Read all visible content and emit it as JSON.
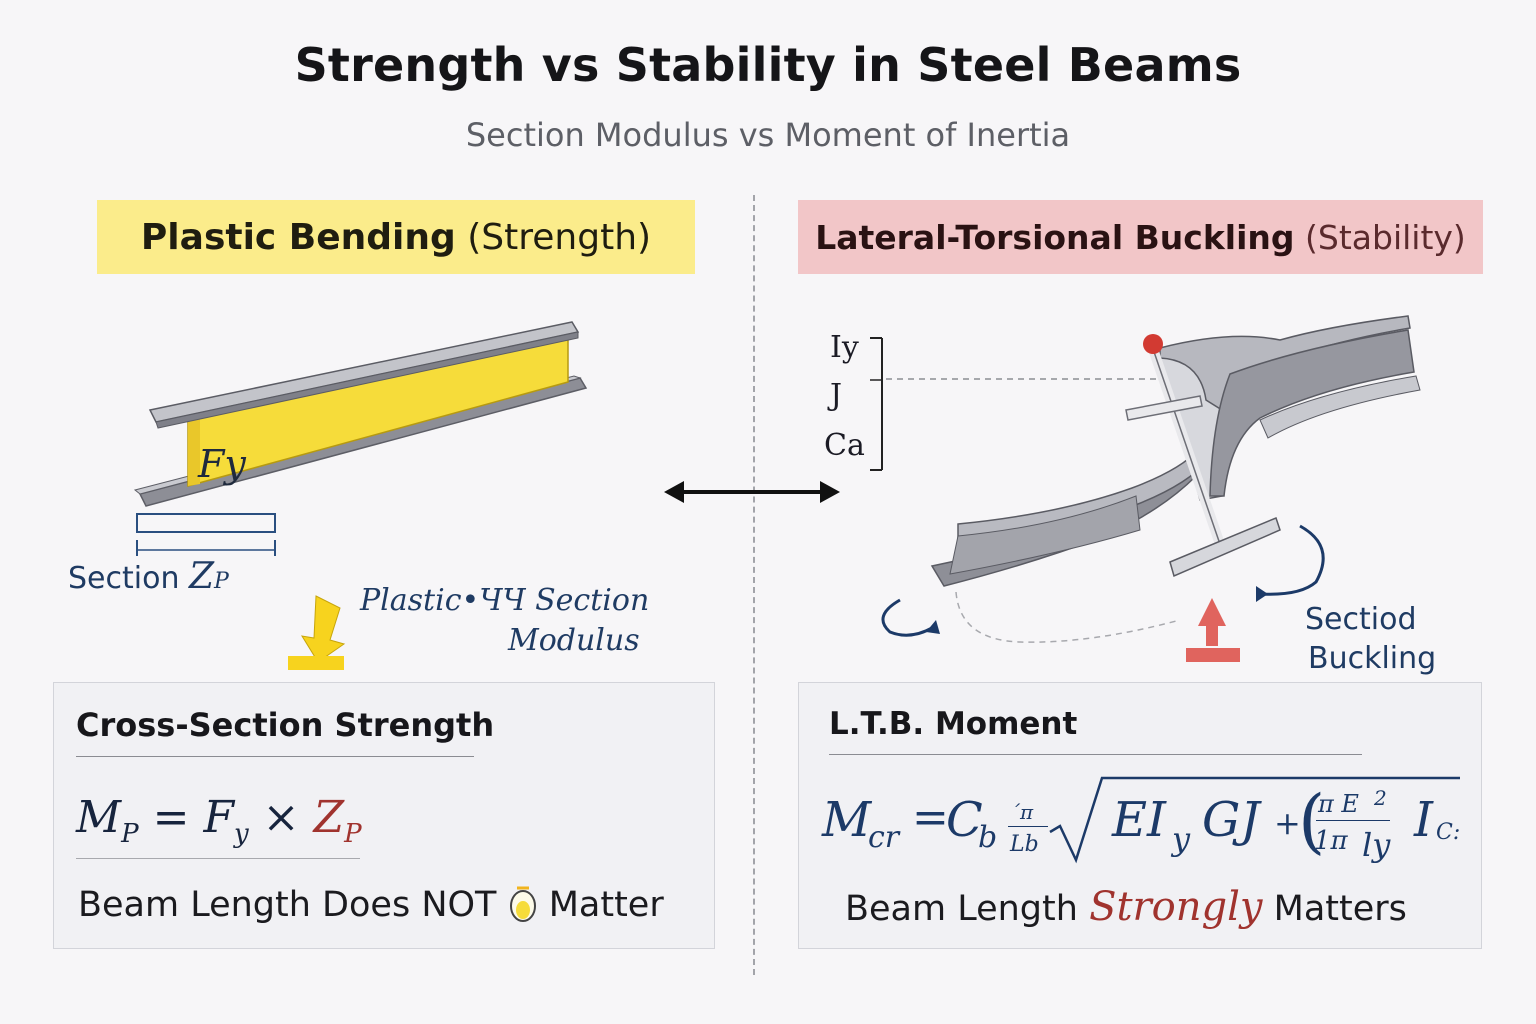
{
  "title": "Strength vs Stability in Steel Beams",
  "subtitle": "Section Modulus vs Moment of Inertia",
  "left": {
    "header_bold": "Plastic Bending",
    "header_paren": "(Strength)",
    "beam_label": "Fy",
    "section_label": "Section",
    "section_symbol": "Z",
    "section_symbol_sub": "P",
    "arrow_note_line1": "Plastic•ЧЧ Section",
    "arrow_note_line2": "Modulus",
    "box_title": "Cross-Section Strength",
    "eq": {
      "lhs": "M",
      "lhs_sub": "P",
      "eq": "=",
      "f": "F",
      "f_sub": "y",
      "times": "×",
      "z": "Z",
      "z_sub": "P"
    },
    "note": "Beam Length Does NOT",
    "note_end": "Matter"
  },
  "right": {
    "header_bold": "Lateral-Torsional Buckling",
    "header_paren": "(Stability)",
    "props": [
      "Iy",
      "J",
      "Ca"
    ],
    "buckle_label_line1": "Sectiod",
    "buckle_label_line2": "Buckling",
    "box_title": "L.T.B. Moment",
    "eq": {
      "lhs": "M",
      "lhs_sub": "cr",
      "eq": "=",
      "cb": "C",
      "cb_sub": "b",
      "frac1_num": "´π",
      "frac1_den": "Lb",
      "rad_main": "EI",
      "rad_main_sub": "y",
      "gj": "GJ",
      "plus": "+",
      "frac2_num": "π E",
      "frac2_den": "1π ",
      "frac2_den2": "ly",
      "frac2_exp": "2",
      "tail": "I",
      "tail_sub": "C:"
    },
    "note_start": "Beam Length",
    "note_strong": "Strongly",
    "note_end": "Matters"
  },
  "colors": {
    "left_header": "#fbec8b",
    "right_header": "#f2c6c8",
    "beam_yellow": "#f6dc3a",
    "steel_grey": "#9a9ba3",
    "accent_red": "#a0332e",
    "navy": "#1c3a68"
  }
}
